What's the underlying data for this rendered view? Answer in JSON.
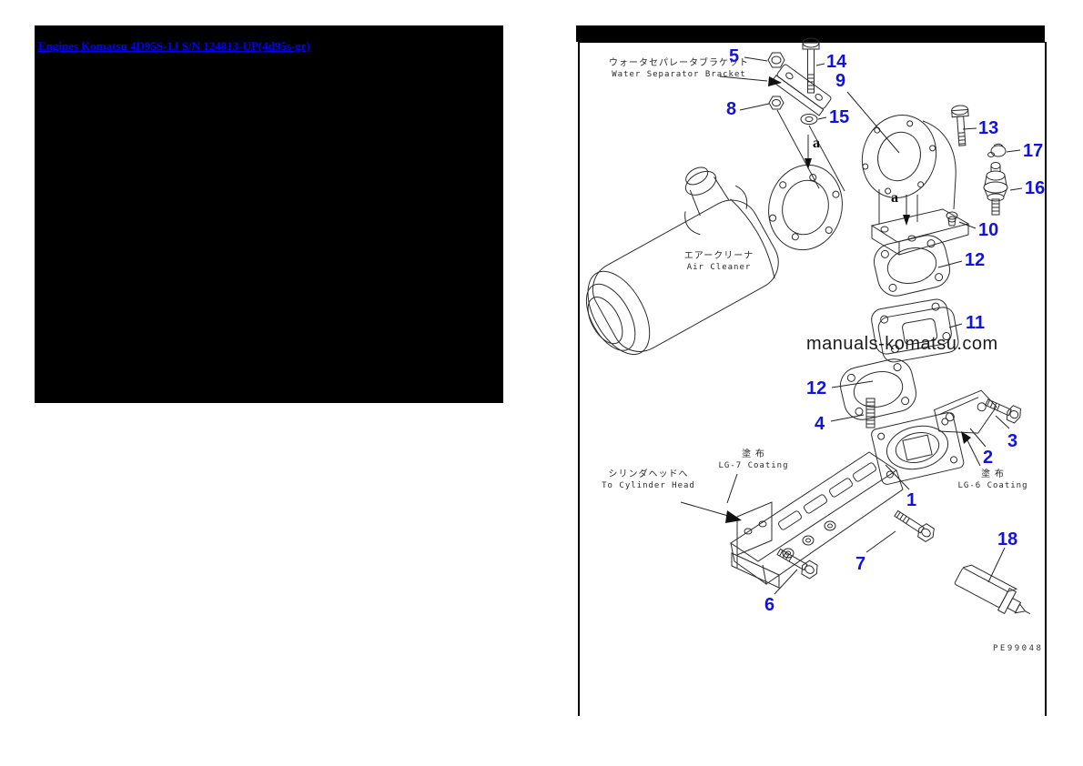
{
  "page": {
    "link_text": "Engines Komatsu 4D95S-1J S/N 124813-UP(4d95s-gr)",
    "link_color": "#0000ff",
    "panel_color": "#000000"
  },
  "diagram": {
    "watermark": "manuals-komatsu.com",
    "drawing_number": "PE99048",
    "callout_color": "#1212dd",
    "labels": {
      "water_separator": {
        "jp": "ウォータセパレータブラケット",
        "en": "Water Separator Bracket"
      },
      "air_cleaner": {
        "jp": "エアークリーナ",
        "en": "Air Cleaner"
      },
      "lg7_coating": {
        "jp": "塗 布",
        "en": "LG-7 Coating"
      },
      "lg6_coating": {
        "jp": "塗 布",
        "en": "LG-6 Coating"
      },
      "to_cylinder_head": {
        "jp": "シリンダヘッドへ",
        "en": "To Cylinder Head"
      },
      "view_marker": "a"
    },
    "callouts": [
      "5",
      "14",
      "9",
      "8",
      "15",
      "13",
      "17",
      "16",
      "10",
      "12",
      "11",
      "12",
      "4",
      "3",
      "2",
      "1",
      "7",
      "6",
      "18"
    ]
  }
}
